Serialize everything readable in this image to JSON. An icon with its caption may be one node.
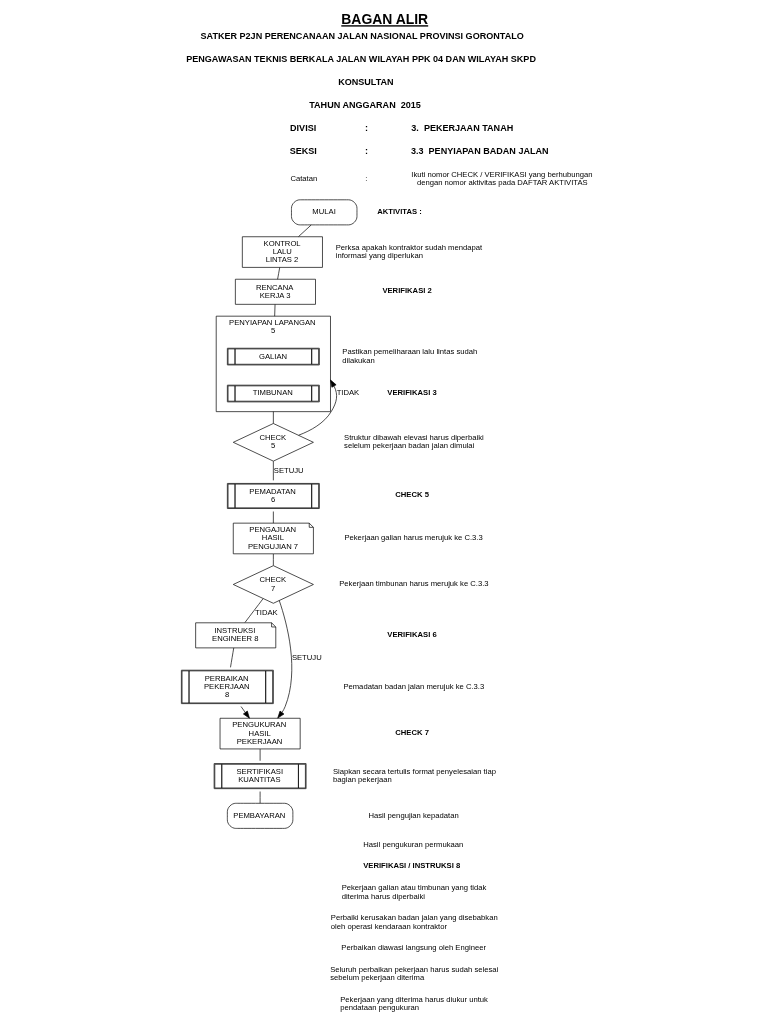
{
  "diagram": {
    "title": "BAGAN ALIR",
    "nodes": [
      {
        "text": [
          "MULAI"
        ]
      },
      {
        "text": [
          "KONTROL LALU LINTAS 2"
        ]
      },
      {
        "text": [
          "RENCANA KERJA 3"
        ]
      },
      {
        "text": [
          "PENYIAPAN LAPANGAN 5"
        ]
      },
      {
        "text": [
          "GALIAN"
        ],
        "in": 3
      },
      {
        "text": [
          "TIMBUNAN"
        ],
        "in": 3
      },
      {
        "text": [
          "CHECK 5"
        ]
      },
      {
        "text": [
          "PEMADATAN 6"
        ]
      },
      {
        "text": [
          "PENGAJUAN HASIL PENGUJIAN 7"
        ]
      },
      {
        "text": [
          "CHECK 7"
        ]
      },
      {
        "text": [
          "INSTRUKSI ENGINEER 8"
        ]
      },
      {
        "text": [
          "PERBAIKAN PEKERJAAN 8"
        ]
      },
      {
        "text": [
          "PENGUKURAN HASIL PEKERJAAN"
        ]
      },
      {
        "text": [
          "SERTIFIKASI KUANTITAS"
        ]
      },
      {
        "text": [
          "PEMBAYARAN"
        ]
      }
    ],
    "edges": [
      {
        "from": 0,
        "to": 1,
        "arrow": "none"
      },
      {
        "from": 1,
        "to": 2,
        "arrow": "none"
      },
      {
        "from": 2,
        "to": 3,
        "arrow": "none"
      },
      {
        "from": 3,
        "to": 6,
        "arrow": "none"
      },
      {
        "from": 6,
        "to": 3,
        "arrow": "to",
        "label": "TIDAK"
      },
      {
        "from": 6,
        "to": 7,
        "arrow": "none",
        "label": "SETUJU"
      },
      {
        "from": 7,
        "to": 8,
        "arrow": "none"
      },
      {
        "from": 8,
        "to": 9,
        "arrow": "none"
      },
      {
        "from": 9,
        "to": 10,
        "arrow": "none",
        "label": "TIDAK"
      },
      {
        "from": 10,
        "to": 11,
        "arrow": "none"
      },
      {
        "from": 11,
        "to": 12,
        "arrow": "to"
      },
      {
        "from": 9,
        "to": 12,
        "arrow": "to",
        "label": "SETUJU"
      },
      {
        "from": 12,
        "to": 13,
        "arrow": "none"
      },
      {
        "from": 13,
        "to": 14,
        "arrow": "none"
      }
    ],
    "labels": [
      "SATKER P2JN PERENCANAAN JALAN NASIONAL PROVINSI GORONTALO",
      "PENGAWASAN TEKNIS BERKALA JALAN WILAYAH PPK 04 DAN WILAYAH SKPD",
      "KONSULTAN",
      "TAHUN ANGGARAN  2015",
      "DIVISI",
      ":",
      "3.  PEKERJAAN TANAH",
      "SEKSI",
      ":",
      "3.3  PENYIAPAN BADAN JALAN",
      "Catatan",
      ":",
      "Ikuti nomor CHECK / VERIFIKASI yang berhubungan dengan nomor aktivitas pada DAFTAR AKTIVITAS",
      "AKTIVITAS :",
      "Perksa apakah kontraktor sudah mendapat informasi yang diperlukan",
      "VERIFIKASI 2",
      "Pastikan pemeliharaan lalu lintas sudah dilakukan",
      "VERIFIKASI 3",
      "Struktur dibawah elevasi harus diperbaiki selelum pekerjaan badan jalan dimulai",
      "CHECK 5",
      "Pekerjaan galian harus merujuk ke C.3.3",
      "Pekerjaan timbunan harus merujuk ke C.3.3",
      "VERIFIKASI 6",
      "Pemadatan badan jalan merujuk ke C.3.3",
      "CHECK 7",
      "Siapkan secara tertulis format penyelesaian tiap bagian pekerjaan",
      "Hasil pengujian kepadatan",
      "Hasil pengukuran permukaan",
      "VERIFIKASI / INSTRUKSI 8",
      "Pekerjaan galian atau timbunan yang tidak diterima harus diperbaiki",
      "Perbaiki kerusakan badan jalan yang disebabkan oleh operasi kendaraan kontraktor",
      "Perbaikan diawasi langsung oleh Engineer",
      "Seluruh perbaikan pekerjaan harus sudah selesai sebelum pekerjaan diterima",
      "Pekerjaan yang diterima harus diukur untuk pendataan pengukuran"
    ]
  }
}
